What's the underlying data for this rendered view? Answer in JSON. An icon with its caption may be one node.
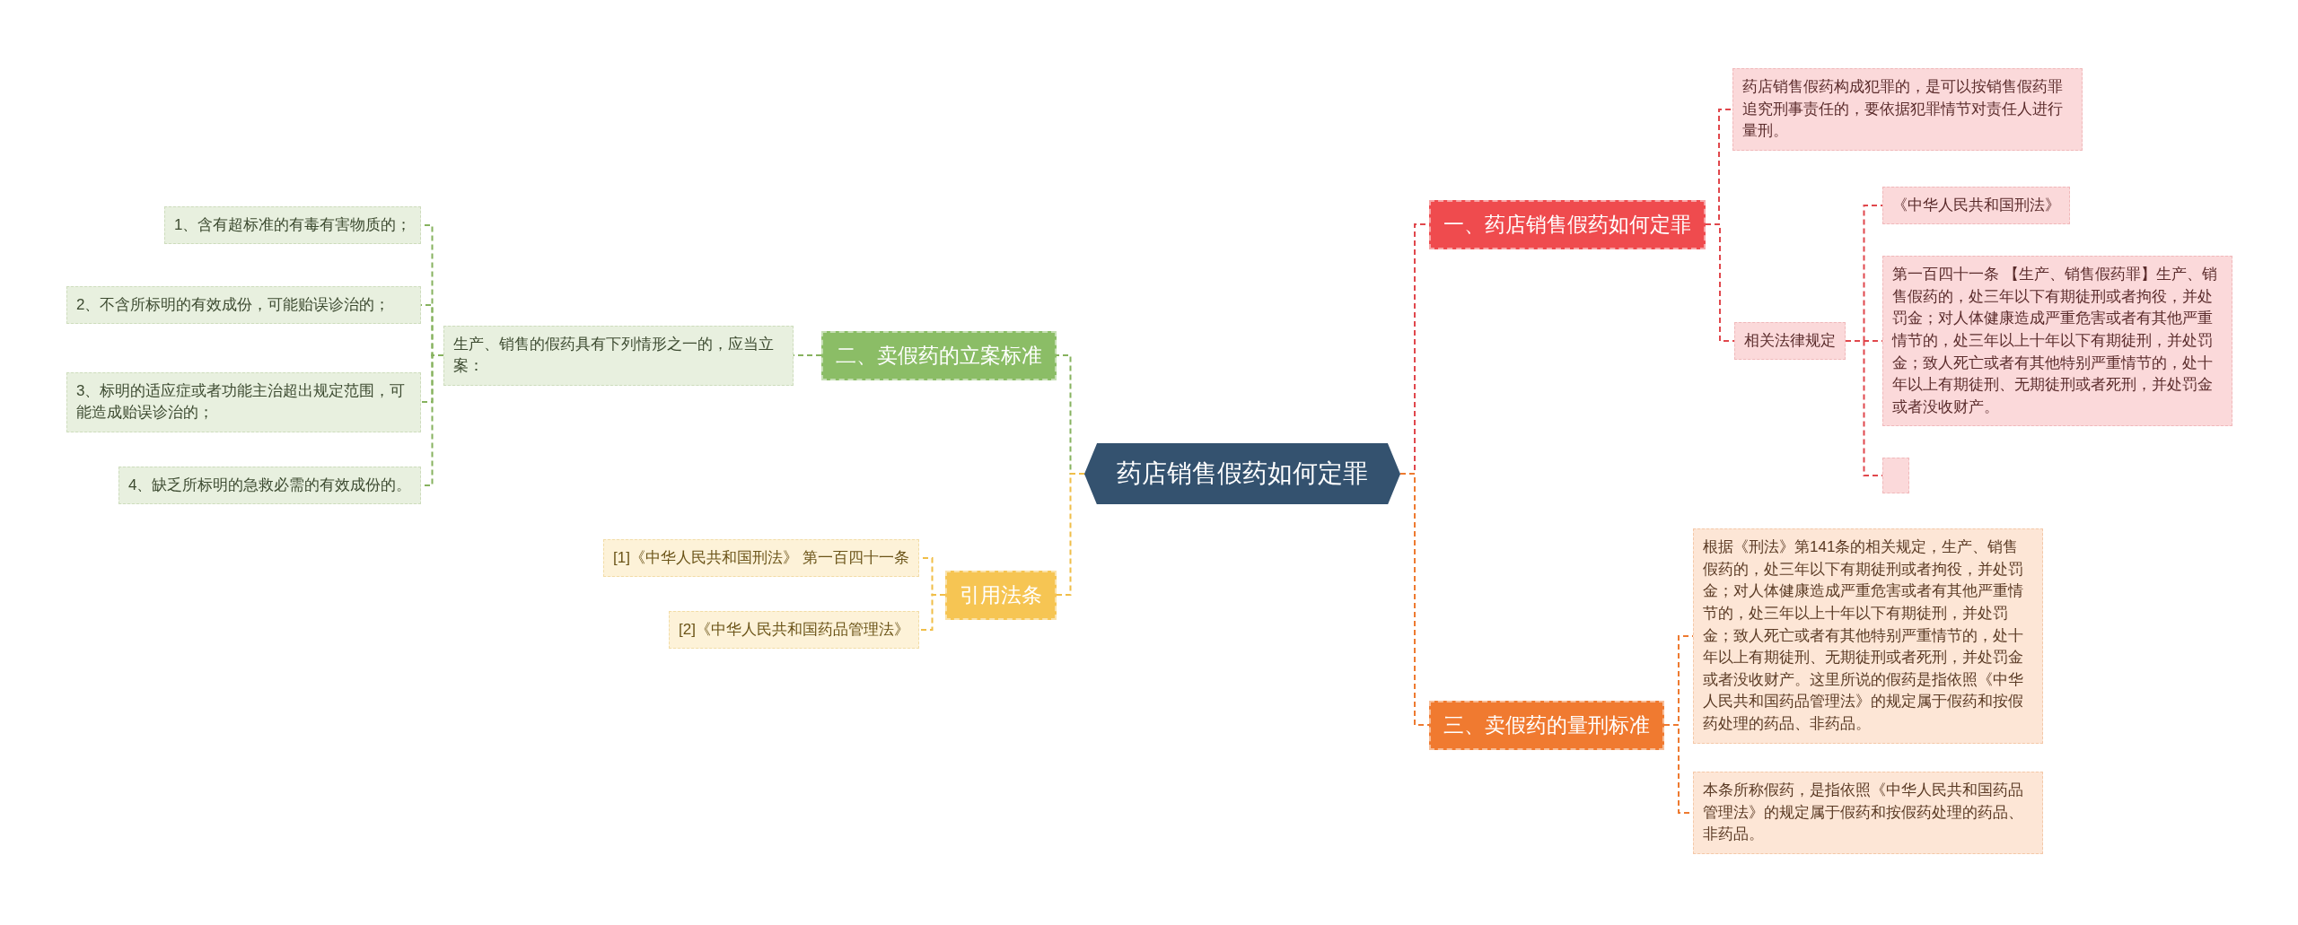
{
  "diagram": {
    "nodes": [
      {
        "text": [
          "药店销售假药如何定罪"
        ]
      },
      {
        "text": [
          "一、药店销售假药如何定罪"
        ]
      },
      {
        "text": [
          "药店销售假药构成犯罪的，是可以按销售假药罪追究刑事责任的，要依据犯罪情节对责任人进行量刑。"
        ]
      },
      {
        "text": [
          "相关法律规定"
        ]
      },
      {
        "text": [
          "《中华人民共和国刑法》"
        ]
      },
      {
        "text": [
          "第一百四十一条 【生产、销售假药罪】生产、销售假药的，处三年以下有期徒刑或者拘役，并处罚金；对人体健康造成严重危害或者有其他严重情节的，处三年以上十年以下有期徒刑，并处罚金；致人死亡或者有其他特别严重情节的，处十年以上有期徒刑、无期徒刑或者死刑，并处罚金或者没收财产。"
        ]
      },
      {
        "text": [],
        "shape": "box"
      },
      {
        "text": [
          "三、卖假药的量刑标准"
        ]
      },
      {
        "text": [
          "根据《刑法》第141条的相关规定，生产、销售假药的，处三年以下有期徒刑或者拘役，并处罚金；对人体健康造成严重危害或者有其他严重情节的，处三年以上十年以下有期徒刑，并处罚金；致人死亡或者有其他特别严重情节的，处十年以上有期徒刑、无期徒刑或者死刑，并处罚金或者没收财产。这里所说的假药是指依照《中华人民共和国药品管理法》的规定属于假药和按假药处理的药品、非药品。"
        ]
      },
      {
        "text": [
          "本条所称假药，是指依照《中华人民共和国药品管理法》的规定属于假药和按假药处理的药品、非药品。"
        ]
      },
      {
        "text": [
          "二、卖假药的立案标准"
        ]
      },
      {
        "text": [
          "生产、销售的假药具有下列情形之一的，应当立案："
        ]
      },
      {
        "text": [
          "1、含有超标准的有毒有害物质的；"
        ]
      },
      {
        "text": [
          "2、不含所标明的有效成份，可能贻误诊治的；"
        ]
      },
      {
        "text": [
          "3、标明的适应症或者功能主治超出规定范围，可能造成贻误诊治的；"
        ]
      },
      {
        "text": [
          "4、缺乏所标明的急救必需的有效成份的。"
        ]
      },
      {
        "text": [
          "引用法条"
        ]
      },
      {
        "text": [
          "[1]《中华人民共和国刑法》 第一百四十一条"
        ]
      },
      {
        "text": [
          "[2]《中华人民共和国药品管理法》"
        ]
      }
    ],
    "edges": [
      {
        "from": 0,
        "to": 1,
        "arrow": "none",
        "color": "#e0474c"
      },
      {
        "from": 1,
        "to": 2,
        "arrow": "none",
        "color": "#e0474c"
      },
      {
        "from": 1,
        "to": 3,
        "arrow": "none",
        "color": "#e0474c"
      },
      {
        "from": 3,
        "to": 4,
        "arrow": "none",
        "color": "#e0474c"
      },
      {
        "from": 3,
        "to": 5,
        "arrow": "none",
        "color": "#e0474c"
      },
      {
        "from": 3,
        "to": 6,
        "arrow": "none",
        "color": "#e0474c"
      },
      {
        "from": 0,
        "to": 7,
        "arrow": "none",
        "color": "#ee7a30"
      },
      {
        "from": 7,
        "to": 8,
        "arrow": "none",
        "color": "#ee7a30"
      },
      {
        "from": 7,
        "to": 9,
        "arrow": "none",
        "color": "#ee7a30"
      },
      {
        "from": 0,
        "to": 10,
        "arrow": "none",
        "color": "#86b25e"
      },
      {
        "from": 10,
        "to": 11,
        "arrow": "none",
        "color": "#86b25e"
      },
      {
        "from": 11,
        "to": 12,
        "arrow": "none",
        "color": "#86b25e"
      },
      {
        "from": 11,
        "to": 13,
        "arrow": "none",
        "color": "#86b25e"
      },
      {
        "from": 11,
        "to": 14,
        "arrow": "none",
        "color": "#86b25e"
      },
      {
        "from": 11,
        "to": 15,
        "arrow": "none",
        "color": "#86b25e"
      },
      {
        "from": 0,
        "to": 16,
        "arrow": "none",
        "color": "#f0be48"
      },
      {
        "from": 16,
        "to": 17,
        "arrow": "none",
        "color": "#f0be48"
      },
      {
        "from": 16,
        "to": 18,
        "arrow": "none",
        "color": "#f0be48"
      }
    ]
  }
}
